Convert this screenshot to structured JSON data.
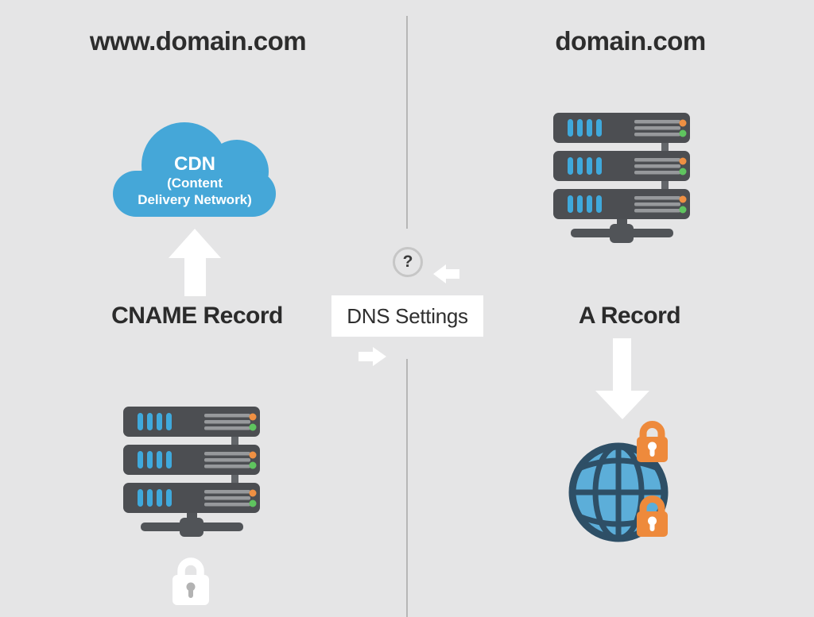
{
  "diagram": {
    "left": {
      "domain": "www.domain.com",
      "cloud": {
        "title": "CDN",
        "subtitle_line1": "(Content",
        "subtitle_line2": "Delivery Network)"
      },
      "record_label": "CNAME Record"
    },
    "center": {
      "question_mark": "?",
      "dns_label": "DNS Settings"
    },
    "right": {
      "domain": "domain.com",
      "record_label": "A Record"
    }
  },
  "icons": {
    "cdn_cloud": "cloud-icon",
    "server_stack": "server-stack-icon",
    "globe": "globe-icon",
    "orange_padlocks": "padlock-icon",
    "white_padlock": "padlock-icon",
    "up_arrow": "up-arrow-icon",
    "down_arrow": "down-arrow-icon",
    "left_arrow": "left-arrow-icon",
    "right_arrow": "right-arrow-icon",
    "question_badge": "question-mark-icon"
  },
  "colors": {
    "background": "#e5e5e6",
    "divider": "#b6b6b6",
    "text_dark": "#2d2d2d",
    "cloud_blue": "#45a7d8",
    "globe_blue": "#5caed9",
    "globe_line": "#2e4f66",
    "server_gray": "#4c4e52",
    "server_bar_blue": "#3fa9dc",
    "server_line_gray": "#97999c",
    "status_orange": "#ef9043",
    "status_green": "#5fc45f",
    "lock_orange": "#ee8a3c",
    "white": "#ffffff"
  }
}
